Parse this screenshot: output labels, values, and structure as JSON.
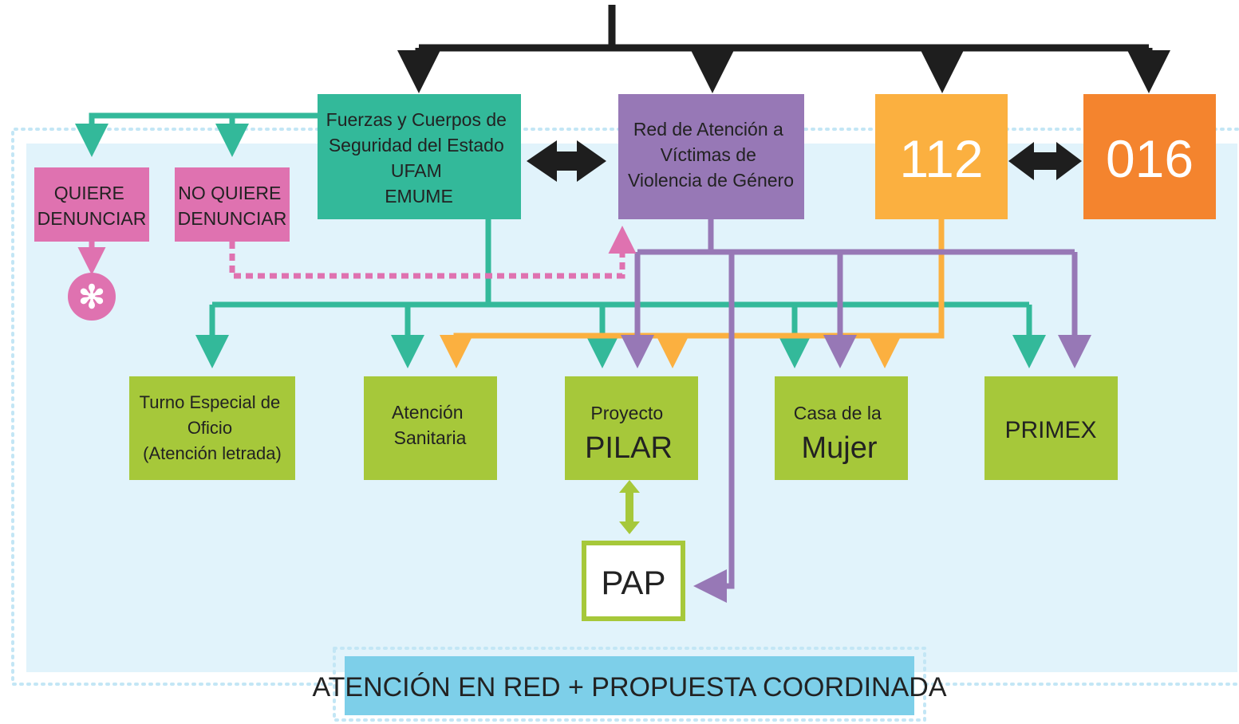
{
  "nodes": {
    "fcse": {
      "lines": [
        "Fuerzas y Cuerpos de",
        "Seguridad del Estado",
        "UFAM",
        "EMUME"
      ]
    },
    "red": {
      "lines": [
        "Red de Atención a",
        "Víctimas de",
        "Violencia de Género"
      ]
    },
    "n112": {
      "lines": [
        "112"
      ]
    },
    "n016": {
      "lines": [
        "016"
      ]
    },
    "quiere": {
      "lines": [
        "QUIERE",
        "DENUNCIAR"
      ]
    },
    "noquiere": {
      "lines": [
        "NO QUIERE",
        "DENUNCIAR"
      ]
    },
    "turno": {
      "lines": [
        "Turno Especial de",
        "Oficio",
        "(Atención letrada)"
      ]
    },
    "sanitaria": {
      "lines": [
        "Atención",
        "Sanitaria"
      ]
    },
    "pilar": {
      "lines": [
        "Proyecto",
        "PILAR"
      ]
    },
    "mujer": {
      "lines": [
        "Casa de la",
        "Mujer"
      ]
    },
    "primex": {
      "lines": [
        "PRIMEX"
      ]
    },
    "pap": {
      "lines": [
        "PAP"
      ]
    }
  },
  "banner": {
    "label": "ATENCIÓN EN RED + PROPUESTA COORDINADA"
  },
  "asterisk_symbol": "✻",
  "colors": {
    "black": "#1e1e1e",
    "teal": "#33b99a",
    "purple": "#9778b6",
    "orange_light": "#fbb040",
    "orange_dark": "#f4842e",
    "pink": "#df72b0",
    "green": "#a6c83a",
    "light_blue_bg": "#e1f3fb",
    "banner_blue": "#7dcfe9",
    "dotted_border": "#c3e6f5",
    "text_dark": "#222222",
    "text_white": "#ffffff"
  }
}
